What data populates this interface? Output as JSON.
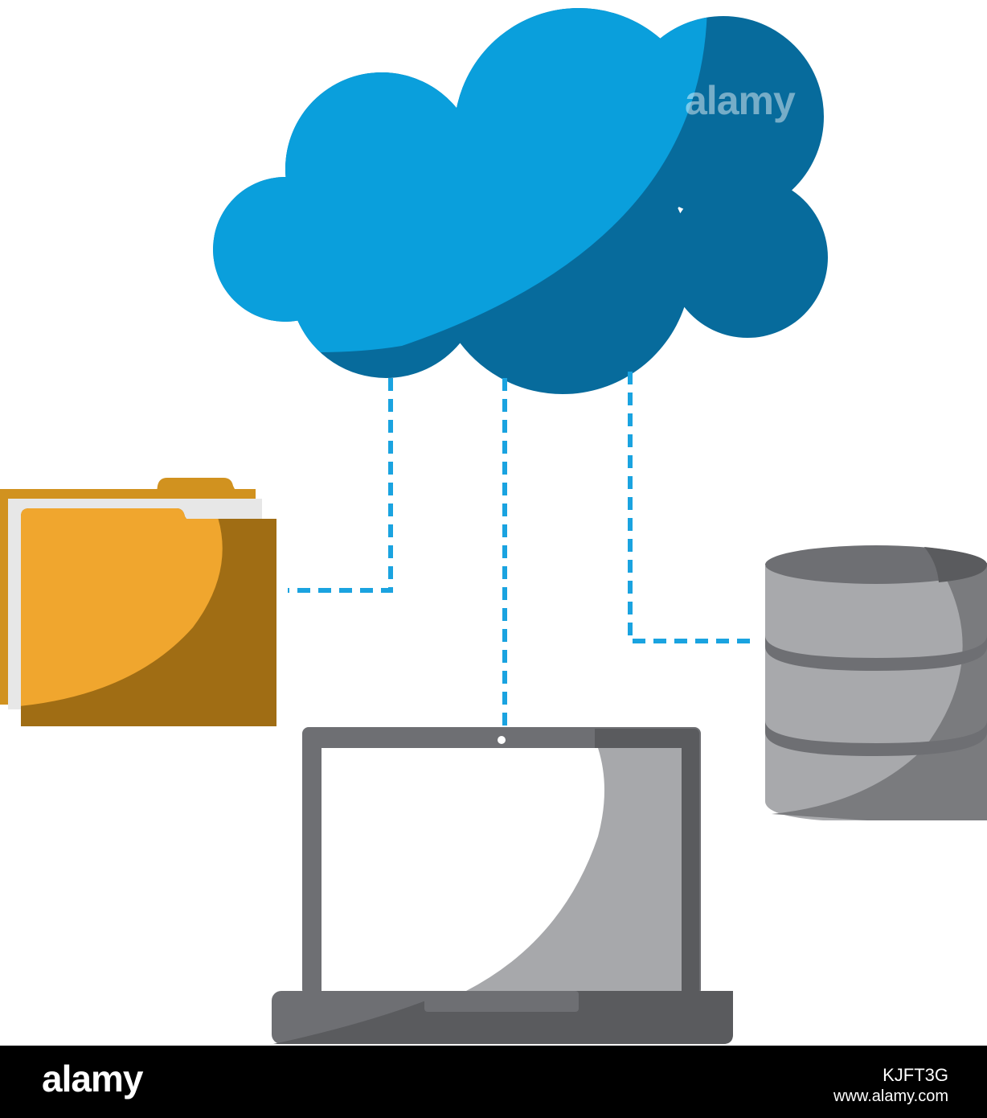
{
  "colors": {
    "cloud_light": "#0a9fdc",
    "cloud_dark": "#076b9c",
    "connector": "#1aa3e0",
    "folder_light": "#f0a62e",
    "folder_dark": "#a06d14",
    "folder_back": "#d1921f",
    "laptop_frame": "#6e6f73",
    "laptop_shade": "#5a5b5e",
    "laptop_screen": "#ffffff",
    "laptop_reflection": "#a7a8ab",
    "database_light": "#a8a9ac",
    "database_dark": "#7a7b7e",
    "footer_bg": "#000000"
  },
  "icons": {
    "cloud": "cloud-icon",
    "folder": "folder-icon",
    "laptop": "laptop-icon",
    "database": "database-icon"
  },
  "watermark": {
    "logo": "alamy"
  },
  "footer": {
    "logo": "alamy",
    "image_id": "KJFT3G",
    "url": "www.alamy.com"
  }
}
